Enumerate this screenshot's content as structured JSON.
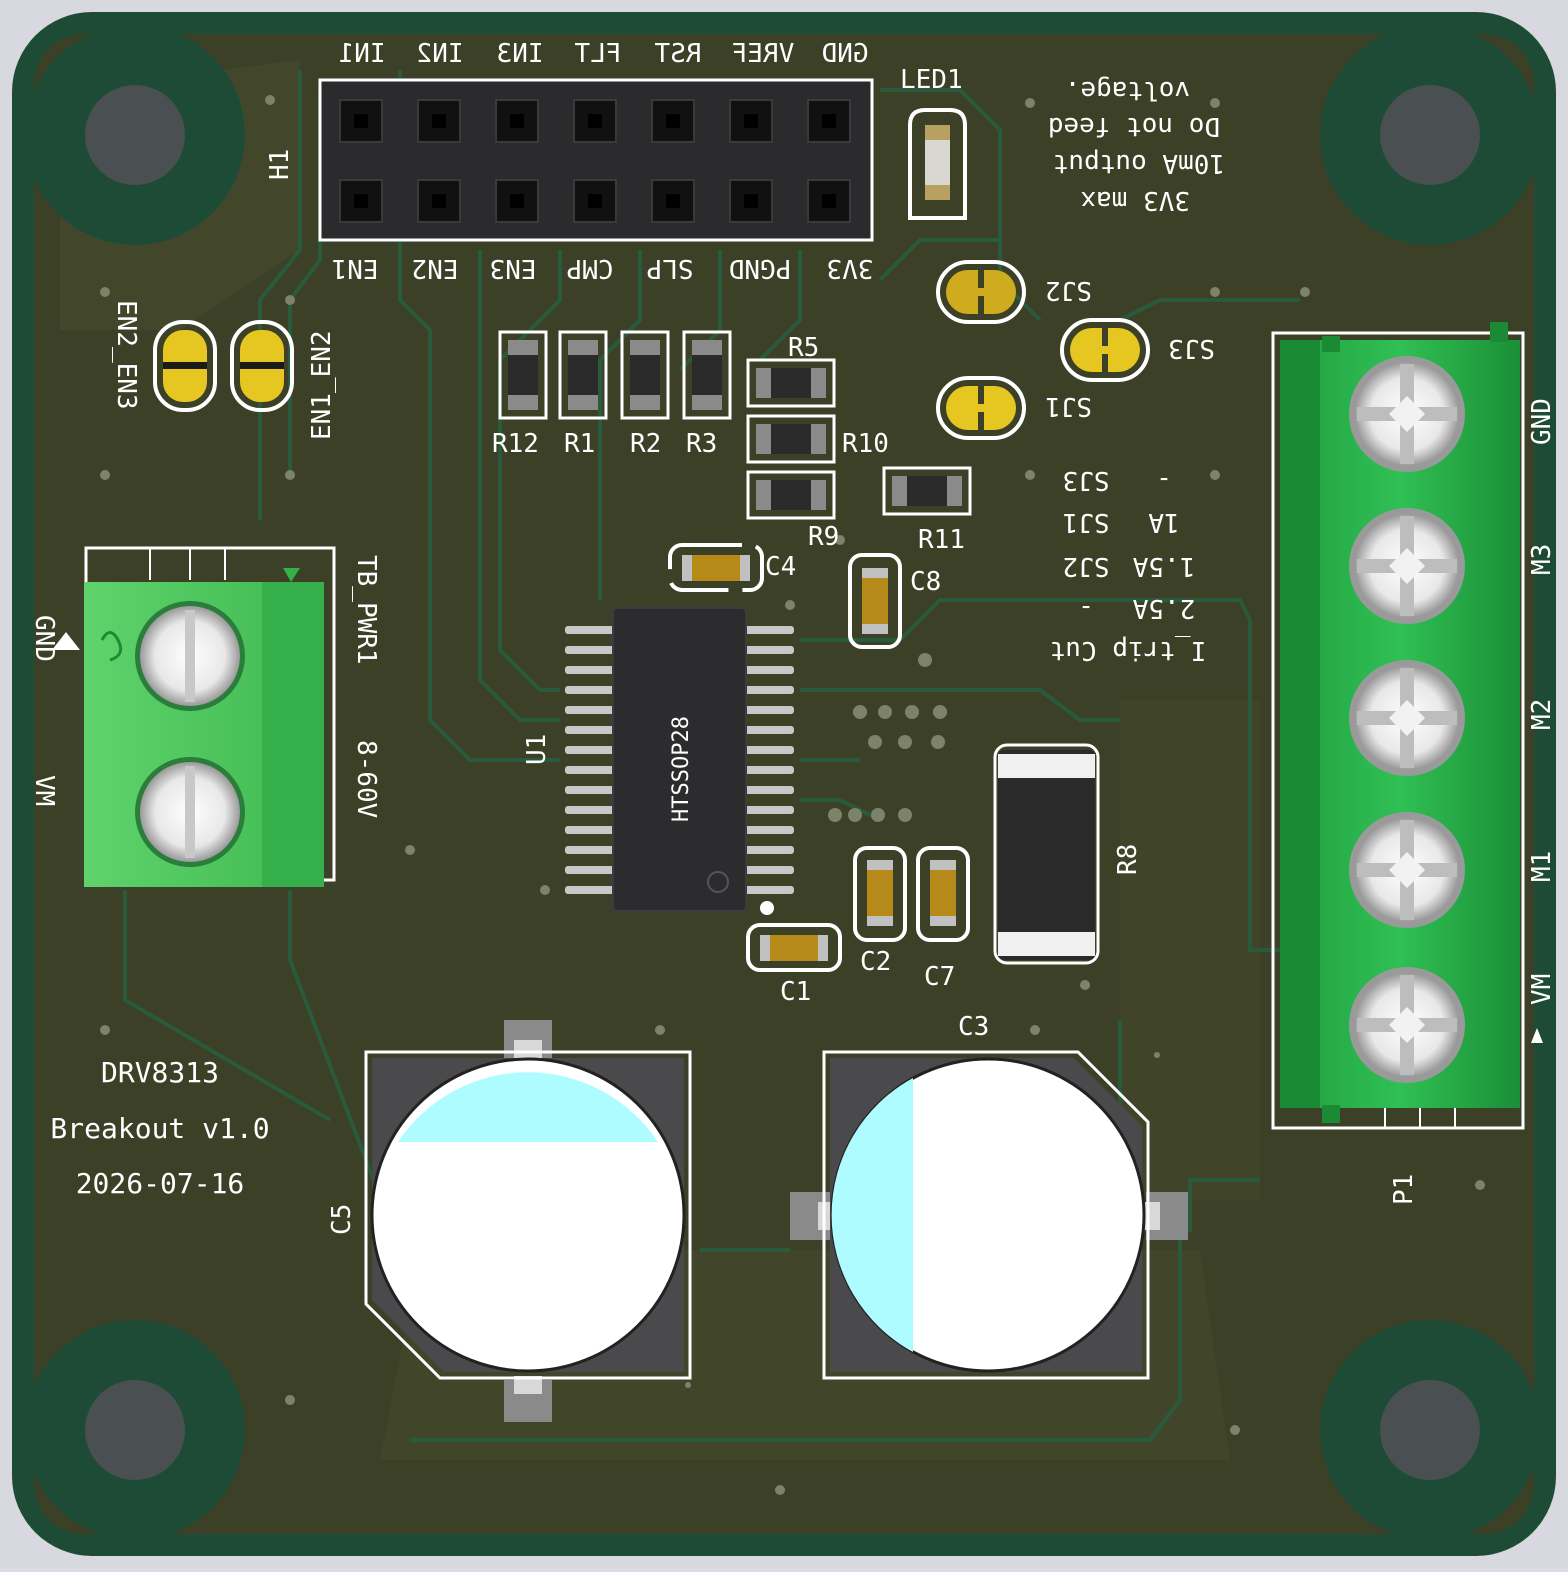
{
  "board": {
    "title": "DRV8313",
    "version_line": "Breakout v1.0",
    "date": "2026-07-16"
  },
  "header": {
    "ref": "H1",
    "top_pins": [
      "GND",
      "VREF",
      "RST",
      "FLT",
      "IN3",
      "IN2",
      "IN1"
    ],
    "bottom_pins": [
      "3V3",
      "PGND",
      "SLP",
      "CMP",
      "EN3",
      "EN2",
      "EN1"
    ]
  },
  "led": {
    "ref": "LED1"
  },
  "note": {
    "line1": "3V3 max",
    "line2": "10mA output",
    "line3": "Do not feed",
    "line4": "voltage."
  },
  "jumpers": {
    "sj1": "SJ1",
    "sj2": "SJ2",
    "sj3": "SJ3",
    "en2_en3": "EN2_EN3",
    "en1_en2": "EN1_EN2"
  },
  "resistors": {
    "r12": "R12",
    "r1": "R1",
    "r2": "R2",
    "r3": "R3",
    "r5": "R5",
    "r10": "R10",
    "r9": "R9",
    "r11": "R11",
    "r8": "R8"
  },
  "capacitors": {
    "c1": "C1",
    "c2": "C2",
    "c3": "C3",
    "c4": "C4",
    "c5": "C5",
    "c7": "C7",
    "c8": "C8"
  },
  "ic": {
    "ref": "U1",
    "package": "HTSSOP28"
  },
  "trip_table": {
    "rows": [
      {
        "amps": "-",
        "jumper": "SJ3"
      },
      {
        "amps": "1A",
        "jumper": "SJ1"
      },
      {
        "amps": "1.5A",
        "jumper": "SJ2"
      },
      {
        "amps": "2.5A",
        "jumper": "-"
      }
    ],
    "footer": "I_trip Cut"
  },
  "power_terminal": {
    "ref": "TB_PWR1",
    "range": "8-60V",
    "pin_gnd": "GND",
    "pin_vm": "VM"
  },
  "motor_terminal": {
    "ref": "P1",
    "pins": [
      "GND",
      "M3",
      "M2",
      "M1",
      "VM"
    ]
  },
  "colors": {
    "pcb": "#3d4228",
    "pcb_edge": "#1f4a35",
    "copper": "#4a4e30",
    "silk": "#ffffff",
    "gold": "#e4c020",
    "terminal_green": "#2db34e"
  }
}
